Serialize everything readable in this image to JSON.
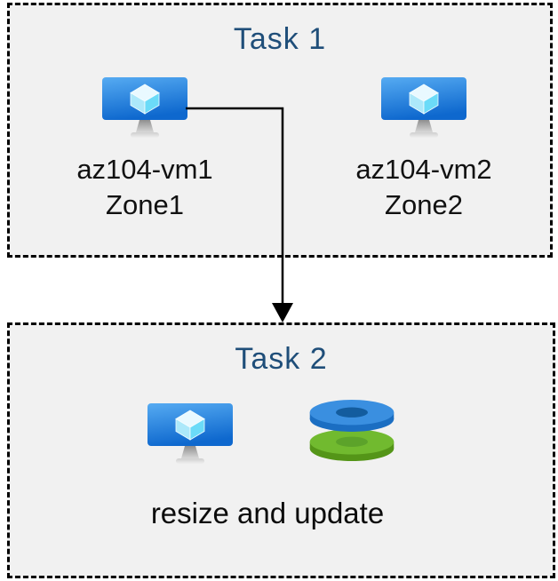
{
  "diagram": {
    "task1": {
      "title": "Task 1",
      "nodes": [
        {
          "name": "az104-vm1",
          "zone": "Zone1",
          "icon": "virtual-machine-icon"
        },
        {
          "name": "az104-vm2",
          "zone": "Zone2",
          "icon": "virtual-machine-icon"
        }
      ]
    },
    "task2": {
      "title": "Task 2",
      "icons": [
        "virtual-machine-icon",
        "disks-icon"
      ],
      "caption": "resize and update"
    },
    "connector": {
      "from": "az104-vm1",
      "to": "task2",
      "style": "elbow-arrow-down"
    },
    "colors": {
      "task_title": "#1F4E79",
      "box_background": "#F1F1F1",
      "box_border": "#000000",
      "label_text": "#111111",
      "vm_screen_blue_top": "#56ABF2",
      "vm_screen_blue_bottom": "#0E68CE",
      "vm_cube_cyan": "#6BDBF8",
      "disk_blue_top": "#3A8FE0",
      "disk_blue_side": "#1B6EC2",
      "disk_blue_hole": "#135C9E",
      "disk_green_top": "#71BA2F",
      "disk_green_side": "#549518",
      "disk_green_hole": "#5CA32A"
    }
  }
}
